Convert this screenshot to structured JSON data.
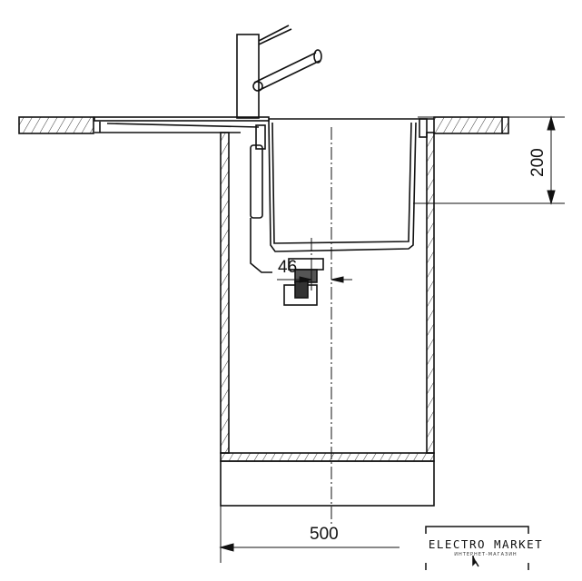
{
  "dimensions": {
    "bowl_depth": "200",
    "drain_offset": "46",
    "cabinet_width": "500"
  },
  "watermark": {
    "brand": "ELECTRO MARKET",
    "tagline": "ИНТЕРНЕТ-МАГАЗИН"
  },
  "colors": {
    "line": "#111111",
    "background": "#ffffff"
  }
}
